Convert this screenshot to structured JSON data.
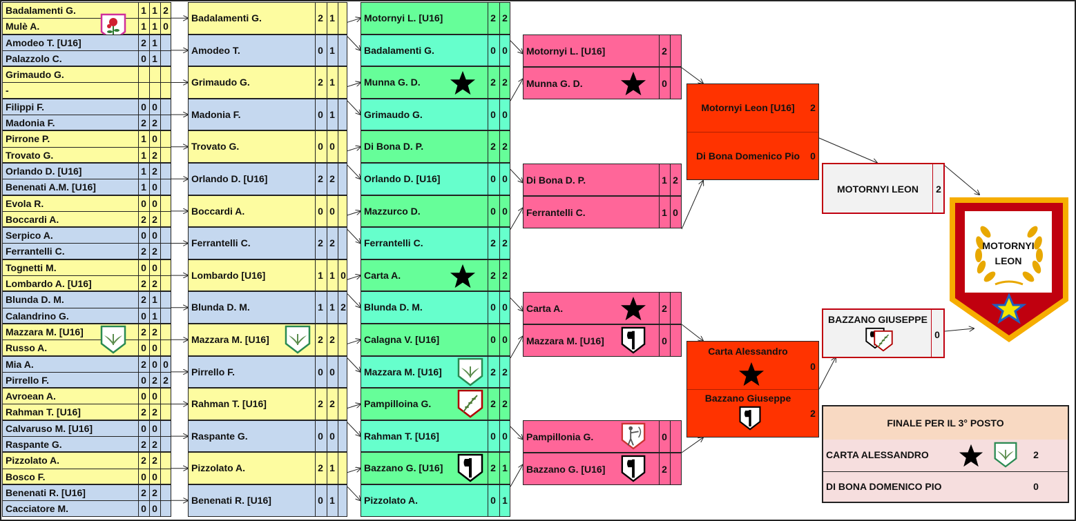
{
  "colors": {
    "yellow": "#fdfca0",
    "blue": "#c5d8ef",
    "green": "#66fe99",
    "teal": "#66ffcc",
    "pink": "#ff6699",
    "orange": "#ff3300",
    "lightgray": "#f2f2f2",
    "peach": "#f8d9c2",
    "lightpink": "#f6dede",
    "gold": "#f6ad00",
    "darkred": "#c0000f"
  },
  "round1": [
    {
      "p1": "Badalamenti G.",
      "p2": "Mulè A.",
      "s1": [
        "1",
        "1",
        "2"
      ],
      "s2": [
        "1",
        "1",
        "0"
      ],
      "icon": "rose-icon"
    },
    {
      "p1": "Amodeo T.  [U16]",
      "p2": "Palazzolo C.",
      "s1": [
        "2",
        "1",
        ""
      ],
      "s2": [
        "0",
        "1",
        ""
      ]
    },
    {
      "p1": "Grimaudo G.",
      "p2": "-",
      "s1": [
        "",
        "",
        ""
      ],
      "s2": [
        "",
        "",
        ""
      ]
    },
    {
      "p1": "Filippi F.",
      "p2": "Madonia F.",
      "s1": [
        "0",
        "0",
        ""
      ],
      "s2": [
        "2",
        "2",
        ""
      ]
    },
    {
      "p1": "Pirrone P.",
      "p2": "Trovato G.",
      "s1": [
        "1",
        "0",
        ""
      ],
      "s2": [
        "1",
        "2",
        ""
      ]
    },
    {
      "p1": "Orlando D. [U16]",
      "p2": "Benenati A.M. [U16]",
      "s1": [
        "1",
        "2",
        ""
      ],
      "s2": [
        "1",
        "0",
        ""
      ]
    },
    {
      "p1": "Evola R.",
      "p2": "Boccardi A.",
      "s1": [
        "0",
        "0",
        ""
      ],
      "s2": [
        "2",
        "2",
        ""
      ]
    },
    {
      "p1": "Serpico A.",
      "p2": "Ferrantelli C.",
      "s1": [
        "0",
        "0",
        ""
      ],
      "s2": [
        "2",
        "2",
        ""
      ]
    },
    {
      "p1": "Tognetti M.",
      "p2": "Lombardo A. [U16]",
      "s1": [
        "0",
        "0",
        ""
      ],
      "s2": [
        "2",
        "2",
        ""
      ]
    },
    {
      "p1": "Blunda D. M.",
      "p2": "Calandrino G.",
      "s1": [
        "2",
        "1",
        ""
      ],
      "s2": [
        "0",
        "1",
        ""
      ]
    },
    {
      "p1": "Mazzara M. [U16]",
      "p2": "Russo A.",
      "s1": [
        "2",
        "2",
        ""
      ],
      "s2": [
        "0",
        "0",
        ""
      ],
      "icon": "leaf-icon"
    },
    {
      "p1": "Mia A.",
      "p2": "Pirrello F.",
      "s1": [
        "2",
        "0",
        "0"
      ],
      "s2": [
        "0",
        "2",
        "2"
      ]
    },
    {
      "p1": "Avroean A.",
      "p2": "Rahman T. [U16]",
      "s1": [
        "0",
        "0",
        ""
      ],
      "s2": [
        "2",
        "2",
        ""
      ]
    },
    {
      "p1": "Calvaruso M. [U16]",
      "p2": "Raspante G.",
      "s1": [
        "0",
        "0",
        ""
      ],
      "s2": [
        "2",
        "2",
        ""
      ]
    },
    {
      "p1": "Pizzolato A.",
      "p2": "Bosco F.",
      "s1": [
        "2",
        "2",
        ""
      ],
      "s2": [
        "0",
        "0",
        ""
      ]
    },
    {
      "p1": "Benenati R. [U16]",
      "p2": "Cacciatore M.",
      "s1": [
        "2",
        "2",
        ""
      ],
      "s2": [
        "0",
        "0",
        ""
      ]
    }
  ],
  "round2": [
    {
      "name": "Badalamenti G.",
      "s": [
        "2",
        "1",
        ""
      ]
    },
    {
      "name": "Amodeo T.",
      "s": [
        "0",
        "1",
        ""
      ]
    },
    {
      "name": "Grimaudo G.",
      "s": [
        "2",
        "1",
        ""
      ]
    },
    {
      "name": "Madonia F.",
      "s": [
        "0",
        "1",
        ""
      ]
    },
    {
      "name": "Trovato G.",
      "s": [
        "0",
        "0",
        ""
      ]
    },
    {
      "name": "Orlando D. [U16]",
      "s": [
        "2",
        "2",
        ""
      ]
    },
    {
      "name": "Boccardi A.",
      "s": [
        "0",
        "0",
        ""
      ]
    },
    {
      "name": "Ferrantelli C.",
      "s": [
        "2",
        "2",
        ""
      ]
    },
    {
      "name": "Lombardo [U16]",
      "s": [
        "1",
        "1",
        "0"
      ]
    },
    {
      "name": "Blunda D. M.",
      "s": [
        "1",
        "1",
        "2"
      ]
    },
    {
      "name": "Mazzara M. [U16]",
      "s": [
        "2",
        "2",
        ""
      ],
      "icon": "leaf-icon"
    },
    {
      "name": "Pirrello F.",
      "s": [
        "0",
        "0",
        ""
      ]
    },
    {
      "name": "Rahman T. [U16]",
      "s": [
        "2",
        "2",
        ""
      ]
    },
    {
      "name": "Raspante G.",
      "s": [
        "0",
        "0",
        ""
      ]
    },
    {
      "name": "Pizzolato A.",
      "s": [
        "2",
        "1",
        ""
      ]
    },
    {
      "name": "Benenati R. [U16]",
      "s": [
        "0",
        "1",
        ""
      ]
    }
  ],
  "round3": [
    {
      "name": "Motornyi L. [U16]",
      "s": [
        "2",
        "2"
      ]
    },
    {
      "name": "Badalamenti G.",
      "s": [
        "0",
        "0"
      ]
    },
    {
      "name": "Munna G. D.",
      "s": [
        "2",
        "2"
      ],
      "icon": "star-icon"
    },
    {
      "name": "Grimaudo G.",
      "s": [
        "0",
        "0"
      ]
    },
    {
      "name": "Di Bona D. P.",
      "s": [
        "2",
        "2"
      ]
    },
    {
      "name": "Orlando D. [U16]",
      "s": [
        "0",
        "0"
      ]
    },
    {
      "name": "Mazzurco D.",
      "s": [
        "0",
        "0"
      ]
    },
    {
      "name": "Ferrantelli C.",
      "s": [
        "2",
        "2"
      ]
    },
    {
      "name": "Carta A.",
      "s": [
        "2",
        "2"
      ],
      "icon": "star-icon"
    },
    {
      "name": "Blunda D. M.",
      "s": [
        "0",
        "0"
      ]
    },
    {
      "name": "Calagna V. [U16]",
      "s": [
        "0",
        "0"
      ]
    },
    {
      "name": "Mazzara M. [U16]",
      "s": [
        "2",
        "2"
      ],
      "icon": "leaf-icon"
    },
    {
      "name": "Pampilloina G.",
      "s": [
        "2",
        "2"
      ],
      "icon": "laurel-icon"
    },
    {
      "name": "Rahman T. [U16]",
      "s": [
        "0",
        "0"
      ]
    },
    {
      "name": "Bazzano G. [U16]",
      "s": [
        "2",
        "1"
      ],
      "icon": "axe-icon"
    },
    {
      "name": "Pizzolato A.",
      "s": [
        "0",
        "1"
      ]
    }
  ],
  "quarter": [
    {
      "a": {
        "name": "Motornyi L. [U16]",
        "s": [
          "2",
          ""
        ]
      },
      "b": {
        "name": "Munna G. D.",
        "s": [
          "0",
          ""
        ],
        "icon": "star-icon"
      }
    },
    {
      "a": {
        "name": "Di Bona D. P.",
        "s": [
          "1",
          "2"
        ]
      },
      "b": {
        "name": "Ferrantelli C.",
        "s": [
          "1",
          "0"
        ]
      }
    },
    {
      "a": {
        "name": "Carta A.",
        "s": [
          "2",
          ""
        ],
        "icon": "star-icon"
      },
      "b": {
        "name": "Mazzara M. [U16]",
        "s": [
          "0",
          ""
        ],
        "icon": "axe-icon"
      }
    },
    {
      "a": {
        "name": "Pampillonia G.",
        "s": [
          "0",
          ""
        ],
        "icon": "archer-icon"
      },
      "b": {
        "name": "Bazzano G. [U16]",
        "s": [
          "2",
          ""
        ],
        "icon": "axe-icon"
      }
    }
  ],
  "semi": [
    {
      "a": {
        "name": "Motornyi Leon [U16]",
        "s": "2"
      },
      "b": {
        "name": "Di Bona Domenico Pio",
        "s": "0"
      }
    },
    {
      "a": {
        "name": "Carta Alessandro",
        "s": "0"
      },
      "b": {
        "name": "Bazzano Giuseppe",
        "s": "2"
      }
    }
  ],
  "final": {
    "a": {
      "name": "MOTORNYI LEON",
      "s": "2"
    },
    "b": {
      "name": "BAZZANO GIUSEPPE",
      "s": "0"
    }
  },
  "winner": {
    "line1": "MOTORNYI",
    "line2": "LEON"
  },
  "third_place": {
    "title": "FINALE PER IL 3° POSTO",
    "a": {
      "name": "CARTA ALESSANDRO",
      "s": "2"
    },
    "b": {
      "name": "DI BONA DOMENICO PIO",
      "s": "0"
    }
  }
}
